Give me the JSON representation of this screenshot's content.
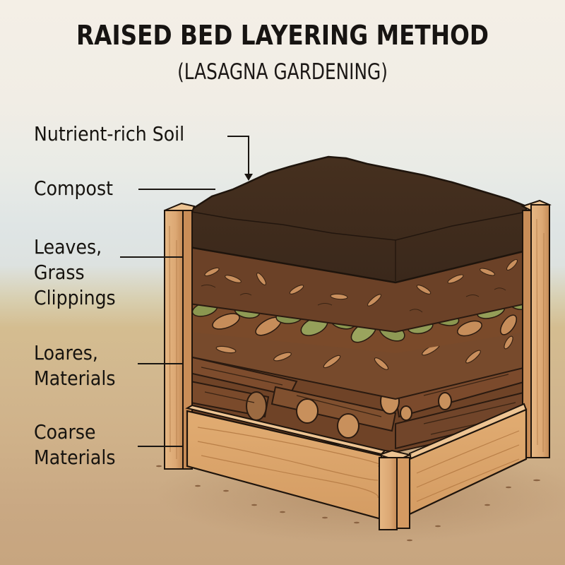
{
  "header": {
    "title": "RAISED BED LAYERING METHOD",
    "subtitle": "(LASAGNA GARDENING)"
  },
  "labels": [
    {
      "id": "nutrient-rich-soil",
      "line1": "Nutrient-rich Soil",
      "line2": ""
    },
    {
      "id": "compost",
      "line1": "Compost",
      "line2": ""
    },
    {
      "id": "leaves-grass",
      "line1": "Leaves,",
      "line2": "Grass",
      "line3": "Clippings"
    },
    {
      "id": "loares-materials",
      "line1": "Loares,",
      "line2": "Materials"
    },
    {
      "id": "coarse-materials",
      "line1": "Coarse",
      "line2": "Materials"
    }
  ],
  "illustration": {
    "subject": "raised-garden-bed-cross-section",
    "layers_top_to_bottom": [
      "nutrient-rich soil mound",
      "compost",
      "leaves and grass clippings",
      "wood chips / brown materials",
      "coarse materials (logs and branches)"
    ]
  },
  "colors": {
    "title_text": "#171412",
    "soil_dark": "#3e2a1e",
    "compost": "#6b4127",
    "leaf_green": "#8c9650",
    "leaf_tan": "#c68d5a",
    "log_brown": "#74462a",
    "wood_board": "#d9a56e",
    "ground_sand": "#cfb189",
    "sky_blue_grey": "#dfe5e5"
  }
}
